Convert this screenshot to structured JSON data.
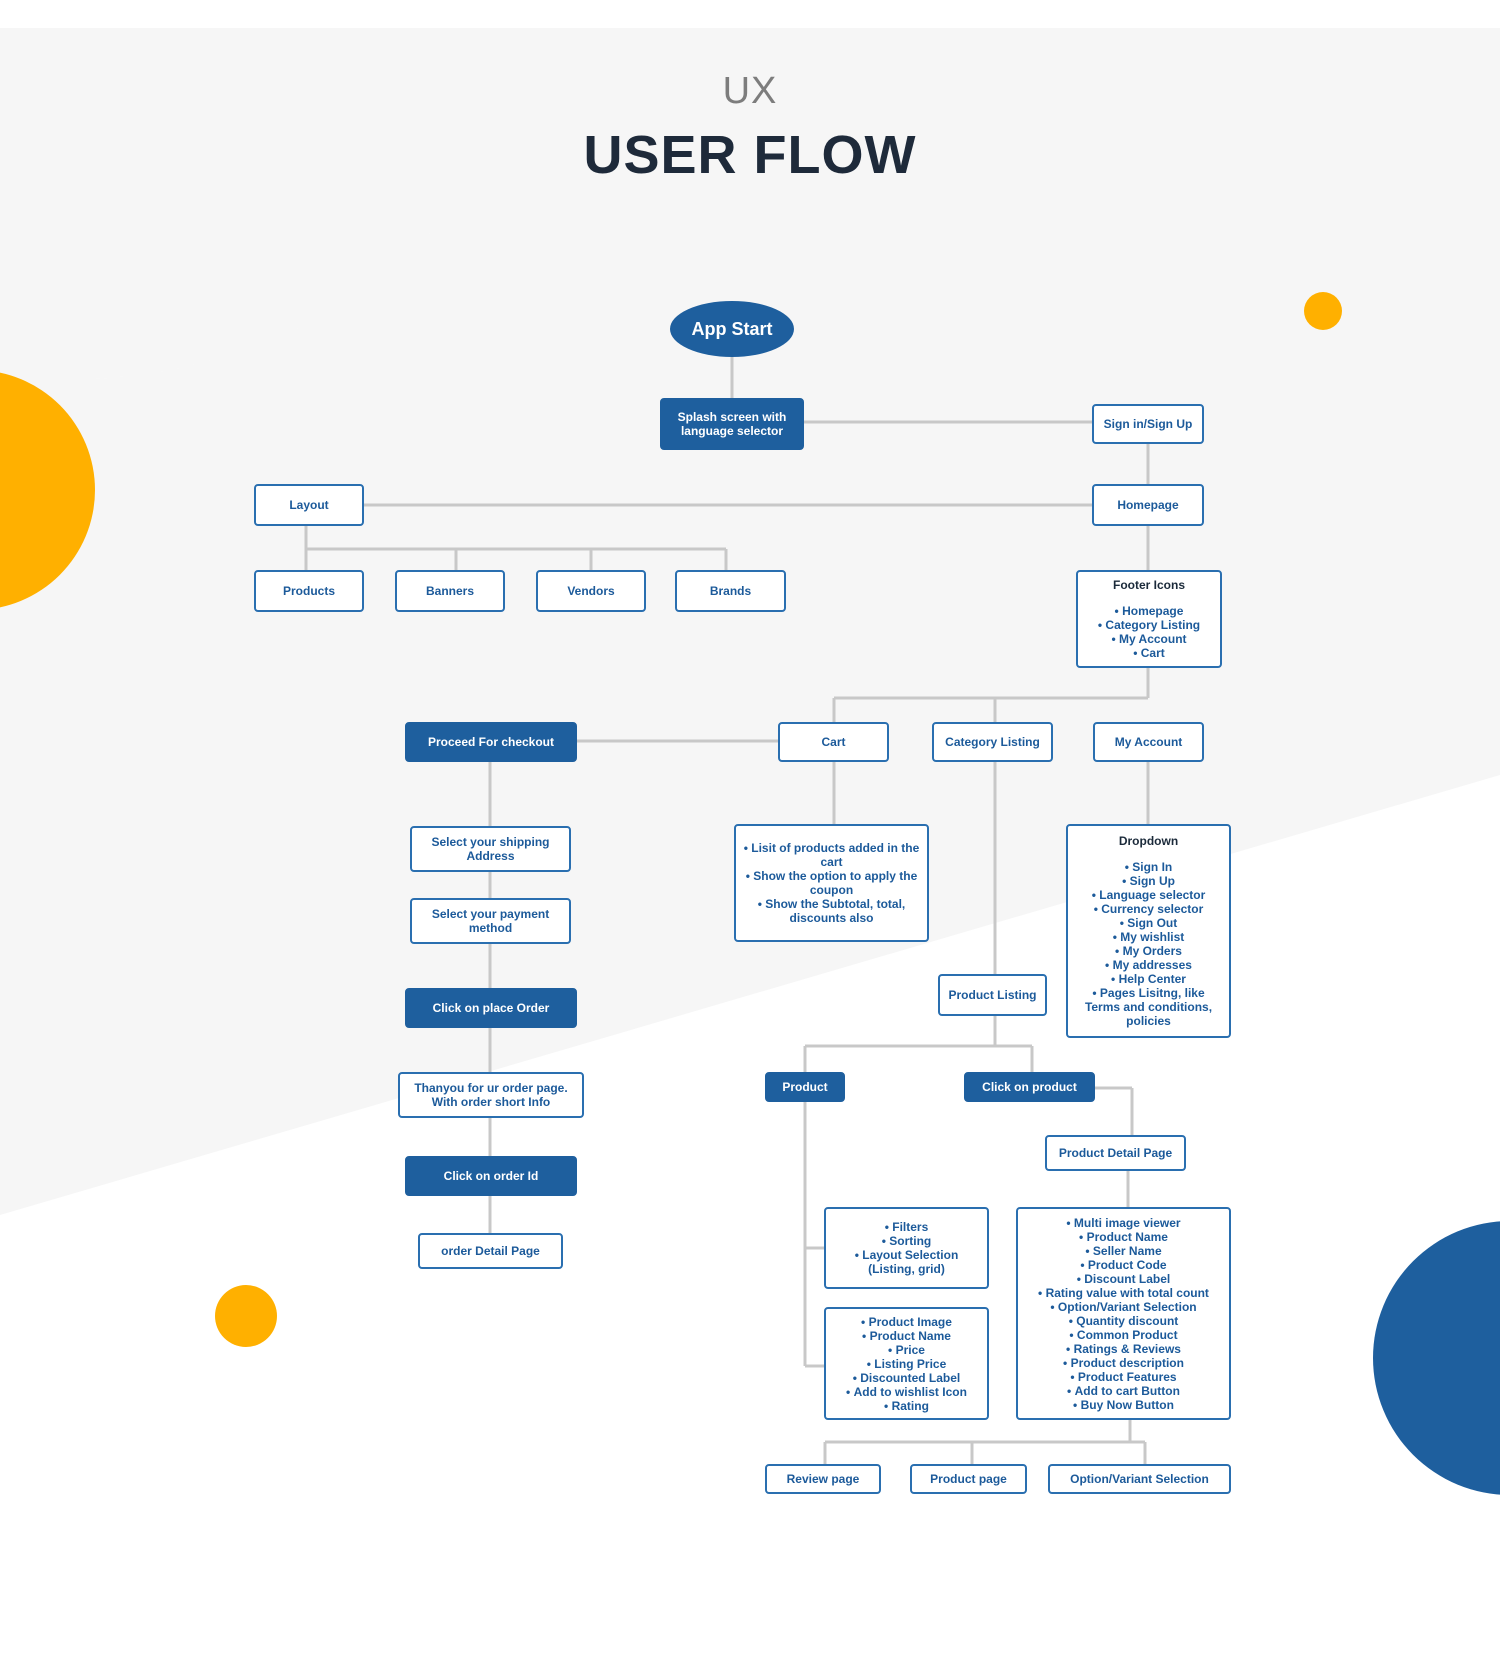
{
  "header": {
    "subtitle": "UX",
    "title": "USER FLOW"
  },
  "colors": {
    "yellow": "#ffb000",
    "navy": "#1e5f9e",
    "bg_gray": "#f6f6f6",
    "line": "#c8c8c8"
  },
  "nodes": {
    "app_start": "App Start",
    "splash": "Splash screen with language selector",
    "signin": "Sign in/Sign Up",
    "layout": "Layout",
    "homepage": "Homepage",
    "products": "Products",
    "banners": "Banners",
    "vendors": "Vendors",
    "brands": "Brands",
    "footer": {
      "title": "Footer Icons",
      "items": [
        "Homepage",
        "Category Listing",
        "My Account",
        "Cart"
      ]
    },
    "checkout": "Proceed For checkout",
    "cart": "Cart",
    "category": "Category Listing",
    "account": "My Account",
    "shipping": "Select your shipping Address",
    "payment": "Select your payment method",
    "place_order": "Click on place Order",
    "thankyou": "Thanyou for ur order page. With order short Info",
    "order_id": "Click on order Id",
    "order_detail": "order Detail Page",
    "cart_info": {
      "items": [
        "Lisit of products added in the cart",
        "Show the option to apply the coupon",
        "Show the Subtotal, total, discounts also"
      ]
    },
    "dropdown": {
      "title": "Dropdown",
      "items": [
        "Sign In",
        "Sign Up",
        "Language selector",
        "Currency selector",
        "Sign Out",
        "My wishlist",
        "My Orders",
        "My addresses",
        "Help Center",
        "Pages Lisitng, like Terms and conditions, policies"
      ]
    },
    "product_listing": "Product Listing",
    "product": "Product",
    "click_product": "Click on product",
    "pdp": "Product Detail Page",
    "filters": {
      "items": [
        "Filters",
        "Sorting",
        "Layout Selection (Listing, grid)"
      ]
    },
    "card": {
      "items": [
        "Product Image",
        "Product Name",
        "Price",
        "Listing Price",
        "Discounted Label",
        "Add to wishlist Icon",
        "Rating"
      ]
    },
    "pdp_info": {
      "items": [
        "Multi image viewer",
        "Product Name",
        "Seller Name",
        "Product Code",
        "Discount Label",
        "Rating value with total count",
        "Option/Variant Selection",
        "Quantity discount",
        "Common Product",
        "Ratings & Reviews",
        "Product description",
        "Product Features",
        "Add to cart Button",
        "Buy Now Button"
      ]
    },
    "review": "Review page",
    "product_page": "Product page",
    "variant": "Option/Variant Selection"
  }
}
